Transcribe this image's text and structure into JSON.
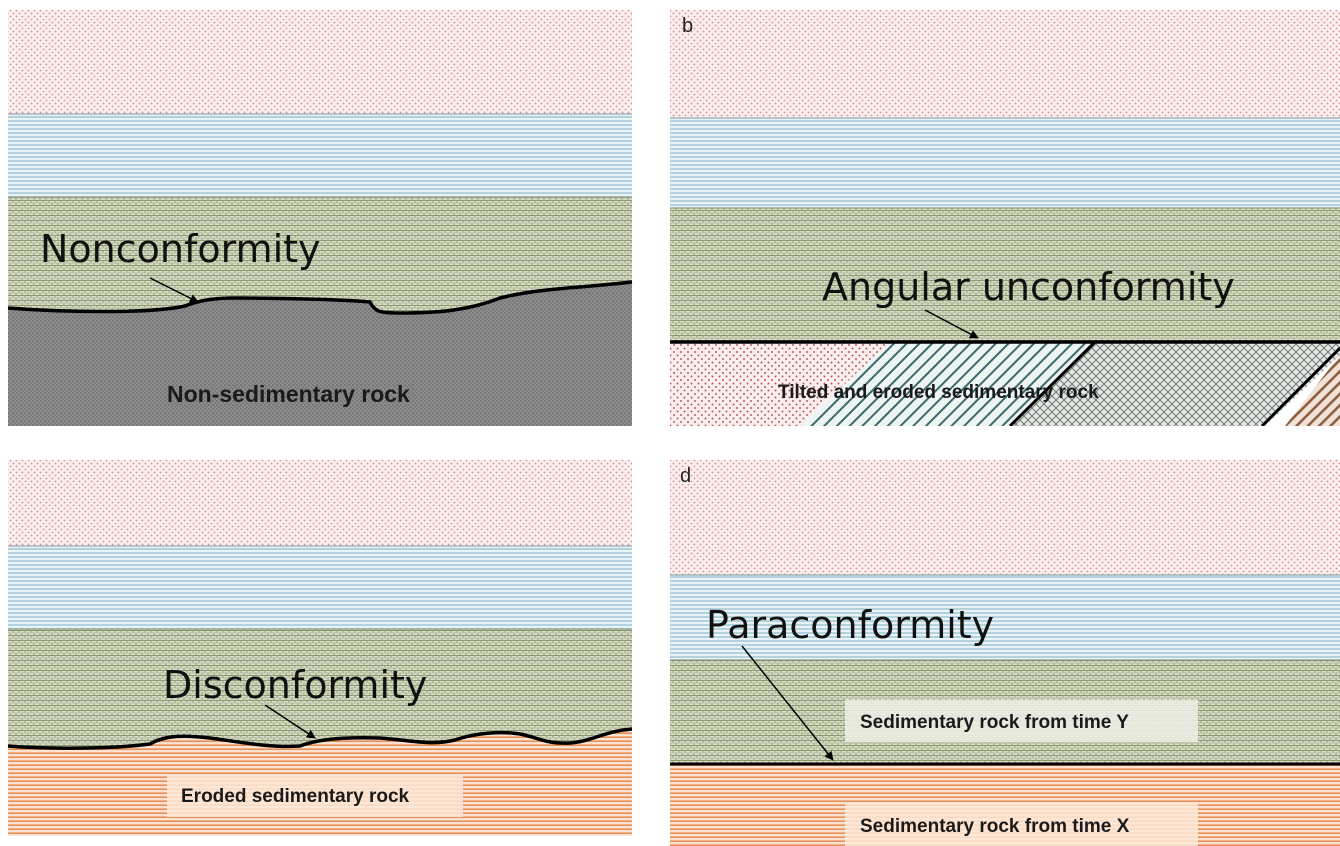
{
  "panels": {
    "a": {
      "boundary_label": "Nonconformity",
      "lower_unit_label": "Non-sedimentary rock"
    },
    "b": {
      "panel_letter": "b",
      "boundary_label": "Angular unconformity",
      "lower_unit_label": "Tilted and eroded sedimentary rock"
    },
    "c": {
      "boundary_label": "Disconformity",
      "lower_unit_label": "Eroded sedimentary rock"
    },
    "d": {
      "panel_letter": "d",
      "boundary_label": "Paraconformity",
      "upper_unit_label": "Sedimentary rock from time Y",
      "lower_unit_label": "Sedimentary rock from time X"
    }
  },
  "colors": {
    "red_layer": "#d98e8e",
    "blue_layer": "#8fbccc",
    "green_layer": "#8e9a73",
    "gray_rock": "#7a7a7a",
    "orange_layer": "#e58a4e",
    "dark_teal": "#3d6b6b",
    "brown": "#8a5a3a",
    "contact_line": "#000000"
  }
}
